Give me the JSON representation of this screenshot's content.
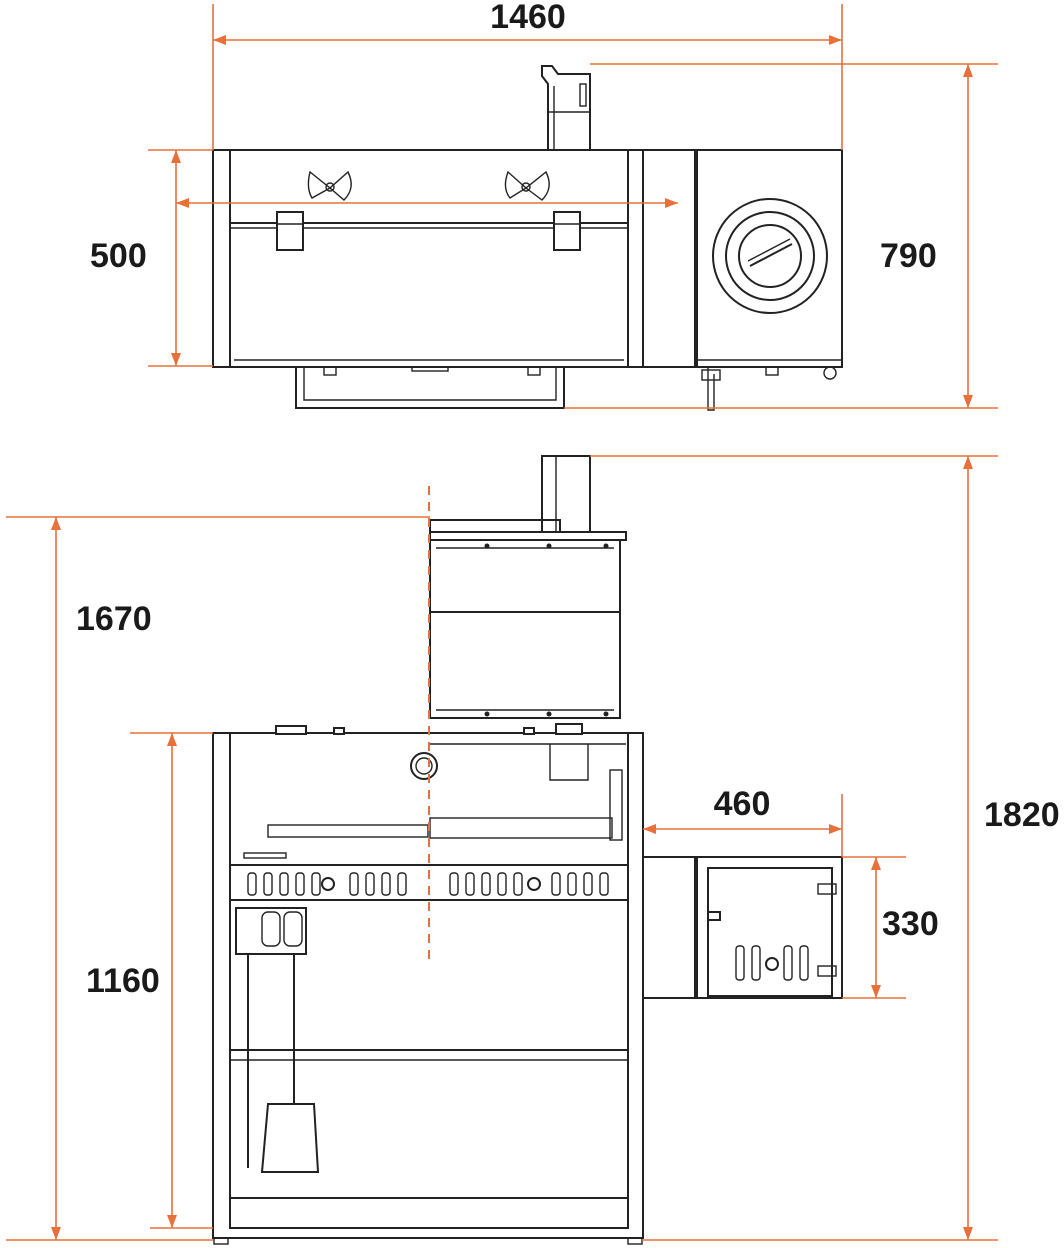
{
  "dimensions": {
    "overall_width": "1460",
    "overall_depth": "790",
    "grill_depth": "500",
    "overall_height": "1820",
    "lid_open_height": "1670",
    "work_height": "1160",
    "firebox_width": "460",
    "firebox_door_height": "330"
  },
  "colors": {
    "dimension_lines": "#e8703a",
    "drawing_lines": "#222222"
  }
}
